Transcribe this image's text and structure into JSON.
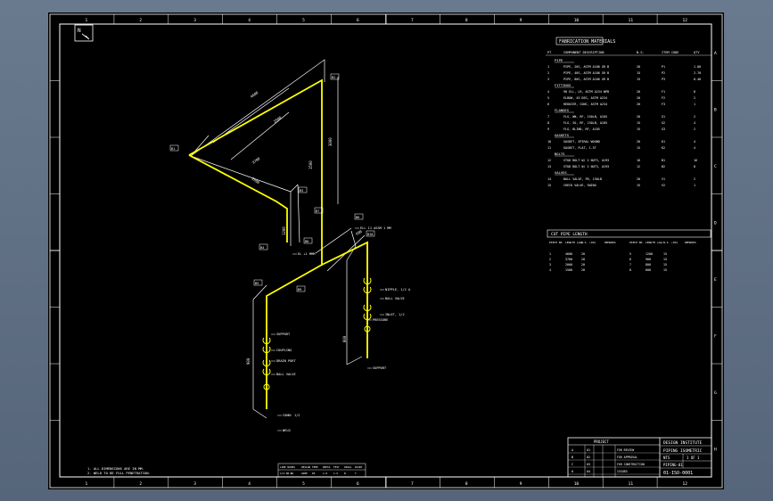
{
  "drawing": {
    "col_markers": [
      "1",
      "2",
      "3",
      "4",
      "5",
      "6",
      "7",
      "8",
      "9",
      "10",
      "11",
      "12"
    ],
    "row_markers": [
      "A",
      "B",
      "C",
      "D",
      "E",
      "F",
      "G",
      "H"
    ],
    "north_symbol": "N",
    "colors": {
      "pipe": "#ffff00",
      "line": "#ffffff",
      "background": "#000000"
    }
  },
  "iso": {
    "points": [
      "B1",
      "B2",
      "B3",
      "B4",
      "B5",
      "B6",
      "B7",
      "B8",
      "B9",
      "B10"
    ],
    "callouts": [
      "ELL 11 ASSM 1 MM",
      "NIPPLE, 1/2 A",
      "BALL VALVE",
      "INLET, 1/2",
      "PRESSURE",
      "SUPPORT",
      "COUPLING",
      "DRAIN PORT",
      "BALL VALVE",
      "SUPPORT",
      "CONN: 1/2",
      "WELD",
      "EL +1 MMM"
    ],
    "dims": [
      "4600",
      "3700",
      "2000",
      "1500",
      "1200",
      "900",
      "800",
      "600",
      "3000",
      "2500"
    ]
  },
  "materials": {
    "title": "FABRICATION MATERIALS",
    "headers": [
      "PT",
      "COMPONENT DESCRIPTION",
      "N.S.",
      "ITEM CODE",
      "QTY"
    ],
    "sections": [
      {
        "name": "PIPE",
        "rows": [
          [
            "1",
            "PIPE, 20S, ASTM A106 GR B",
            "20",
            "P1",
            "1.80"
          ],
          [
            "2",
            "PIPE, 40S, ASTM A106 GR B",
            "15",
            "P2",
            "2.70"
          ],
          [
            "3",
            "PIPE, 80S, ASTM A106 GR B",
            "15",
            "P3",
            "0.40"
          ]
        ]
      },
      {
        "name": "FITTINGS",
        "rows": [
          [
            "4",
            "90 ELL, LR, ASTM A234 WPB",
            "20",
            "F1",
            "8"
          ],
          [
            "5",
            "ELBOW, 45 DEG, ASTM A234",
            "20",
            "F2",
            "2"
          ],
          [
            "6",
            "REDUCER, CONC, ASTM A234",
            "20",
            "F3",
            "1"
          ]
        ]
      },
      {
        "name": "FLANGES",
        "rows": [
          [
            "7",
            "FLG, WN, RF, 150LB, A105",
            "20",
            "G1",
            "2"
          ],
          [
            "8",
            "FLG, SO, RF, 150LB, A105",
            "15",
            "G2",
            "4"
          ],
          [
            "9",
            "FLG, BLIND, RF, A105",
            "15",
            "G3",
            "2"
          ]
        ]
      },
      {
        "name": "GASKETS",
        "rows": [
          [
            "10",
            "GASKET, SPIRAL WOUND",
            "20",
            "K1",
            "4"
          ],
          [
            "11",
            "GASKET, FLAT, 1.5T",
            "15",
            "K2",
            "4"
          ]
        ]
      },
      {
        "name": "BOLTS",
        "rows": [
          [
            "12",
            "STUD BOLT W/ 2 NUTS, A193",
            "16",
            "B1",
            "16"
          ],
          [
            "13",
            "STUD BOLT W/ 2 NUTS, A193",
            "12",
            "B2",
            "8"
          ]
        ]
      },
      {
        "name": "VALVES",
        "rows": [
          [
            "14",
            "BALL VALVE, FB, 150LB",
            "20",
            "V1",
            "2"
          ],
          [
            "15",
            "CHECK VALVE, SWING",
            "15",
            "V2",
            "1"
          ]
        ]
      }
    ]
  },
  "cut_pipe": {
    "title": "CUT PIPE LENGTH",
    "headers": [
      "PIECE NO",
      "LENGTH (mm)",
      "N.S. (IN)",
      "REMARKS",
      "PIECE NO",
      "LENGTH (mm)",
      "N.S. (IN)",
      "REMARKS"
    ],
    "rows": [
      [
        "1",
        "4600",
        "20",
        "",
        "5",
        "1200",
        "15",
        ""
      ],
      [
        "2",
        "3700",
        "20",
        "",
        "6",
        "900",
        "15",
        ""
      ],
      [
        "3",
        "2000",
        "20",
        "",
        "7",
        "800",
        "15",
        ""
      ],
      [
        "4",
        "1500",
        "20",
        "",
        "8",
        "600",
        "15",
        ""
      ]
    ]
  },
  "notes": {
    "lines": [
      "1. ALL DIMENSIONS ARE IN MM.",
      "2. WELD TO BE FULL PENETRATION."
    ]
  },
  "bottom_table": {
    "headers": [
      "LINE NO",
      "REV",
      "DESIGN",
      "TEMP",
      "PRESS",
      "TEST",
      "INSUL",
      "PAINT"
    ],
    "row": [
      "1/2-PW-01",
      "0",
      "ASME",
      "65",
      "1.0",
      "1.5",
      "N",
      "Y"
    ]
  },
  "title_block": {
    "company": "DESIGN INSTITUTE",
    "drawing_title": "PIPING ISOMETRIC",
    "project": "PROJECT",
    "line_id": "PIPING-01",
    "scale": "NTS",
    "sheet": "1 OF 1",
    "doc_no": "01-ISO-0001",
    "revisions": [
      [
        "A",
        "01",
        "FOR REVIEW"
      ],
      [
        "B",
        "02",
        "FOR APPROVAL"
      ],
      [
        "C",
        "03",
        "FOR CONSTRUCTION"
      ],
      [
        "0",
        "04",
        "ISSUED"
      ]
    ]
  }
}
